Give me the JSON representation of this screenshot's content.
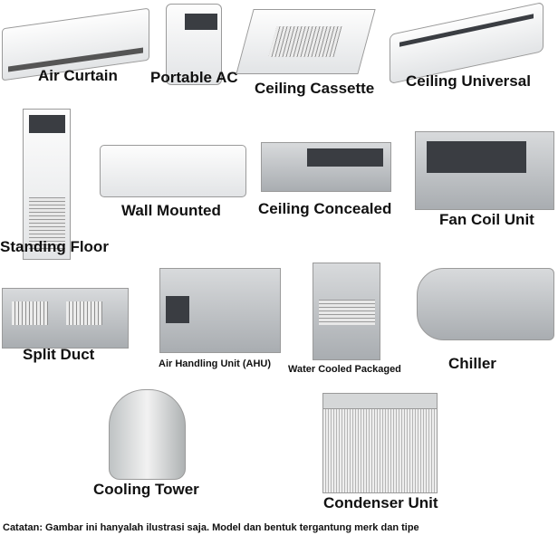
{
  "items": [
    {
      "label": "Air Curtain"
    },
    {
      "label": "Portable AC"
    },
    {
      "label": "Ceiling Cassette"
    },
    {
      "label": "Ceiling Universal"
    },
    {
      "label": "Standing Floor"
    },
    {
      "label": "Wall Mounted"
    },
    {
      "label": "Ceiling Concealed"
    },
    {
      "label": "Fan Coil Unit"
    },
    {
      "label": "Split Duct"
    },
    {
      "label": "Air Handling Unit (AHU)"
    },
    {
      "label": "Water Cooled Packaged"
    },
    {
      "label": "Chiller"
    },
    {
      "label": "Cooling Tower"
    },
    {
      "label": "Condenser Unit"
    }
  ],
  "footer": "Catatan: Gambar ini hanyalah ilustrasi saja. Model dan bentuk tergantung merk dan tipe"
}
